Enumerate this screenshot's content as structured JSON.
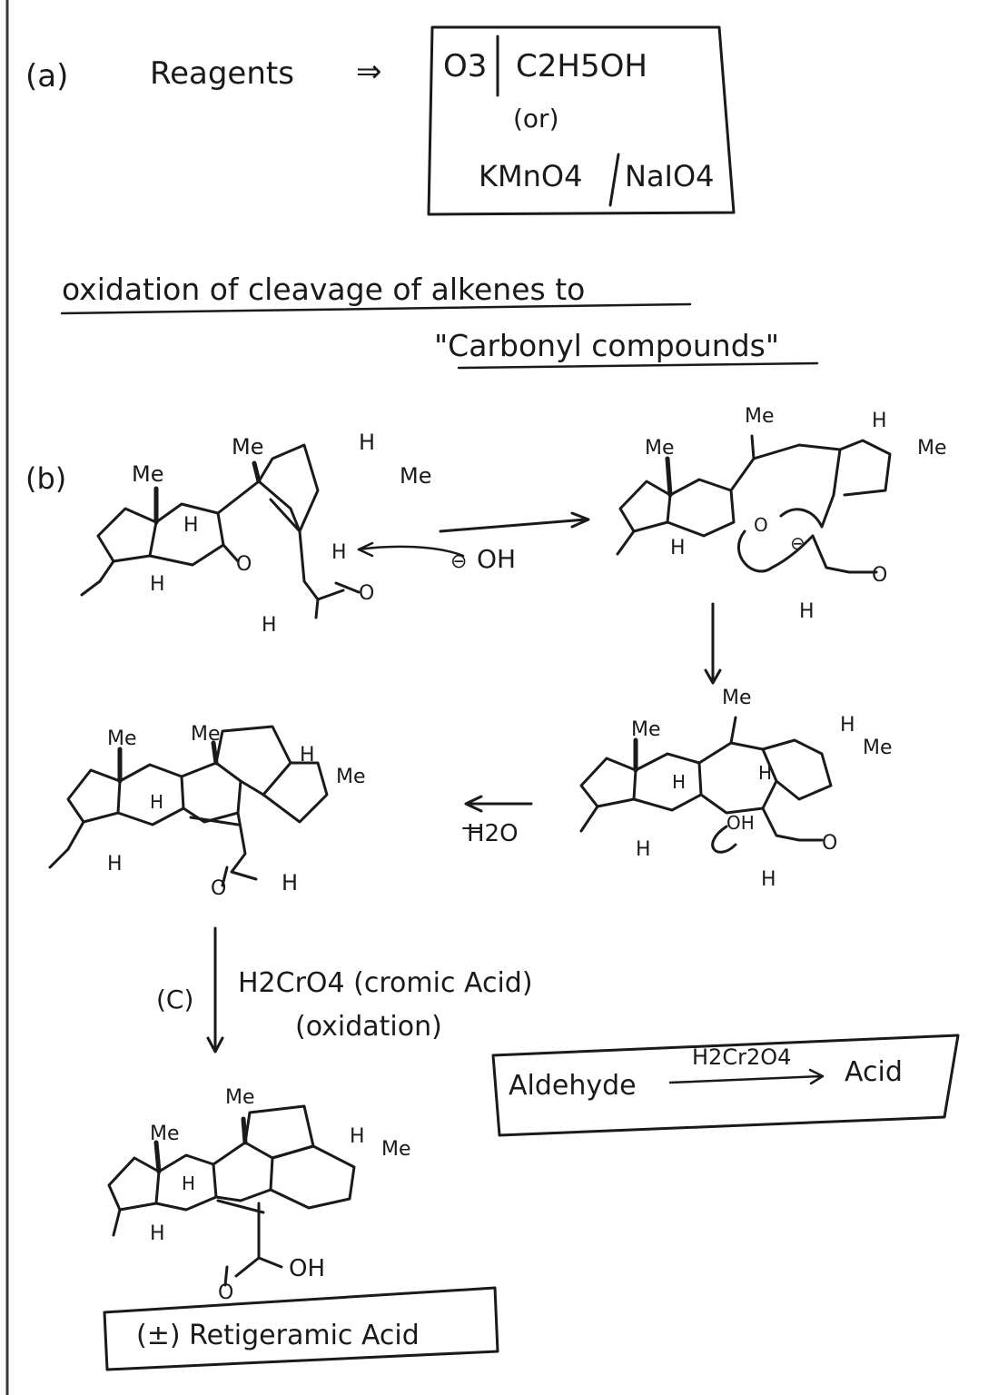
{
  "part_a": {
    "label": "(a)",
    "reagents_label": "Reagents",
    "arrow_symbol": "⇒",
    "reagent_box": {
      "line1_left": "O3",
      "line1_right": "C2H5OH",
      "or": "(or)",
      "line2_left": "KMnO4",
      "line2_right": "NaIO4"
    },
    "description_line1": "oxidation of cleavage of alkenes to",
    "description_line2": "\"Carbonyl compounds\""
  },
  "part_b": {
    "label": "(b)",
    "reagent": "OH",
    "reagent_charge": "⊖",
    "dehydration": "H2O",
    "labels": {
      "me": "Me",
      "h": "H",
      "o": "O",
      "oh": "OH"
    }
  },
  "part_c": {
    "label": "(C)",
    "reagent_line1": "H2CrO4 (cromic Acid)",
    "reagent_line2": "(oxidation)",
    "summary_box": {
      "left": "Aldehyde",
      "arrow_reagent": "H2Cr2O4",
      "right": "Acid"
    },
    "product_name": "(±) Retigeramic Acid"
  }
}
